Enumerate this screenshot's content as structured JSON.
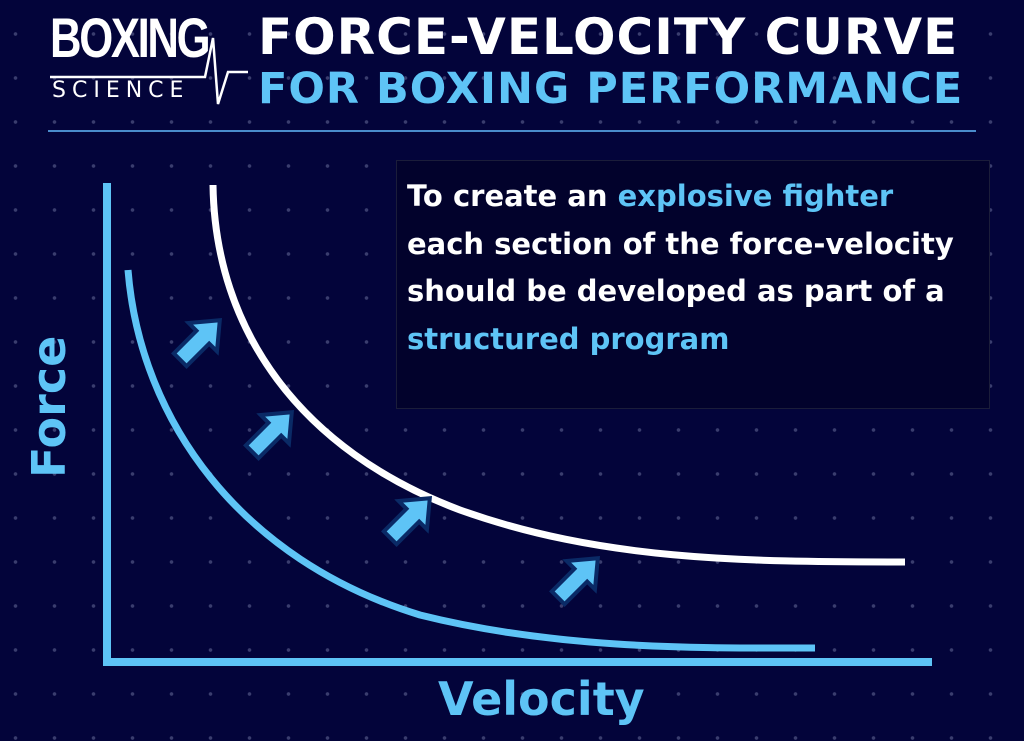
{
  "logo": {
    "line1": "BOXING",
    "line2": "SCIENCE"
  },
  "title": {
    "line1": "FORCE-VELOCITY CURVE",
    "line2": "FOR BOXING PERFORMANCE"
  },
  "callout": {
    "part1": "To create an ",
    "highlight1": "explosive fighter",
    "part2": " each section of the force-velocity should be developed as part of a ",
    "highlight2": "structured program"
  },
  "axes": {
    "y_label": "Force",
    "x_label": "Velocity"
  },
  "colors": {
    "background": "#03043a",
    "accent": "#5ec4f6",
    "white": "#ffffff"
  }
}
